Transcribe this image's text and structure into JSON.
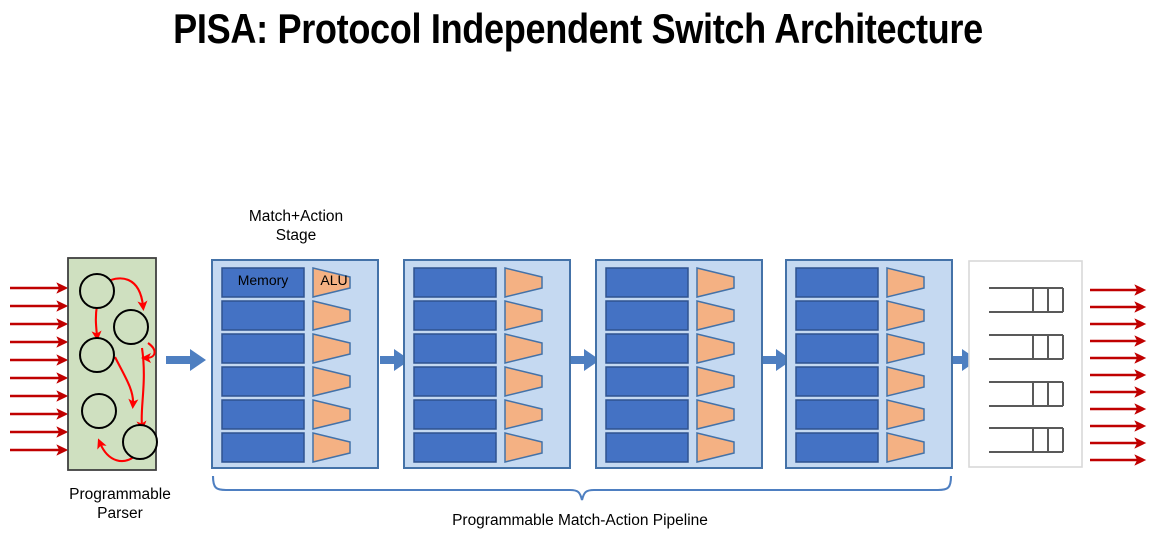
{
  "slide": {
    "title": "PISA: Protocol Independent Switch Architecture"
  },
  "labels": {
    "match_action_stage": "Match+Action\nStage",
    "programmable_parser": "Programmable\nParser",
    "pipeline_brace": "Programmable Match-Action Pipeline",
    "memory": "Memory",
    "alu": "ALU"
  },
  "colors": {
    "parser_fill": "#CFE0C0",
    "parser_stroke": "#404040",
    "stage_fill": "#C5D9F1",
    "stage_stroke": "#4472A8",
    "memory_fill": "#4472C4",
    "memory_stroke": "#2E528F",
    "alu_fill": "#F4B183",
    "alu_stroke": "#4472A8",
    "packet_arrow": "#C00000",
    "flow_arrow": "#4E7FC1",
    "brace": "#4E7FC1",
    "deparser_stroke": "#D9D9D9",
    "queue_line": "#595959",
    "state_arrow": "#FF0000",
    "state_circle_stroke": "#000000"
  },
  "diagram": {
    "type": "block-diagram",
    "input_packet_arrows": 10,
    "output_packet_arrows": 11,
    "parser_states": 5,
    "pipeline_stages": 4,
    "memory_units_per_stage": 6,
    "alu_units_per_stage": 6,
    "deparser_queues": 4,
    "queue_cells_per_queue": 2
  }
}
